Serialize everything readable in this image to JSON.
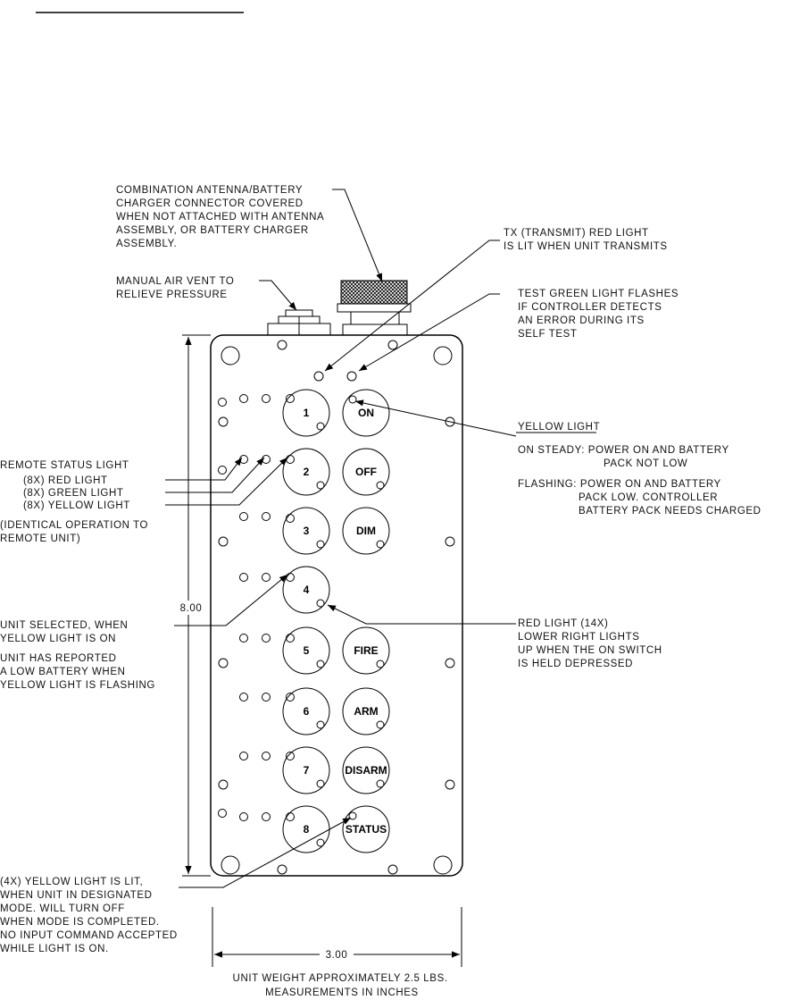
{
  "annotations": {
    "antenna": [
      "COMBINATION ANTENNA/BATTERY",
      "CHARGER CONNECTOR COVERED",
      "WHEN NOT ATTACHED WITH ANTENNA",
      "ASSEMBLY, OR BATTERY CHARGER",
      "ASSEMBLY."
    ],
    "vent": [
      "MANUAL AIR VENT TO",
      "RELIEVE PRESSURE"
    ],
    "tx": [
      "TX (TRANSMIT) RED LIGHT",
      "IS LIT WHEN UNIT TRANSMITS"
    ],
    "test": [
      "TEST GREEN LIGHT FLASHES",
      "IF CONTROLLER DETECTS",
      "AN ERROR DURING ITS",
      "SELF TEST"
    ],
    "yellow_title": "YELLOW LIGHT",
    "yellow_steady": [
      "ON STEADY: POWER ON AND BATTERY",
      "PACK NOT LOW"
    ],
    "yellow_flash": [
      "FLASHING: POWER ON AND BATTERY",
      "PACK LOW. CONTROLLER",
      "BATTERY PACK NEEDS CHARGED"
    ],
    "remote_status": [
      "REMOTE STATUS LIGHT",
      "(8X) RED LIGHT",
      "(8X) GREEN LIGHT",
      "(8X) YELLOW LIGHT",
      "(IDENTICAL OPERATION TO",
      "REMOTE UNIT)"
    ],
    "unit_selected": [
      "UNIT SELECTED, WHEN",
      "YELLOW LIGHT IS ON",
      "UNIT HAS REPORTED",
      "A LOW BATTERY WHEN",
      "YELLOW LIGHT IS FLASHING"
    ],
    "red_light": [
      "RED LIGHT (14X)",
      "LOWER RIGHT LIGHTS",
      "UP WHEN THE ON SWITCH",
      "IS HELD DEPRESSED"
    ],
    "four_yellow": [
      "(4X) YELLOW LIGHT IS LIT,",
      "WHEN UNIT IN DESIGNATED",
      "MODE. WILL TURN OFF",
      "WHEN MODE IS COMPLETED.",
      "NO INPUT COMMAND ACCEPTED",
      "WHILE LIGHT IS ON."
    ],
    "footer": [
      "UNIT WEIGHT APPROXIMATELY 2.5 LBS.",
      "MEASUREMENTS IN INCHES"
    ]
  },
  "dimensions": {
    "height": "8.00",
    "width": "3.00"
  },
  "buttons": {
    "left": [
      "1",
      "2",
      "3",
      "4",
      "5",
      "6",
      "7",
      "8"
    ],
    "right": [
      "ON",
      "OFF",
      "DIM",
      "",
      "FIRE",
      "ARM",
      "DISARM",
      "STATUS"
    ]
  }
}
